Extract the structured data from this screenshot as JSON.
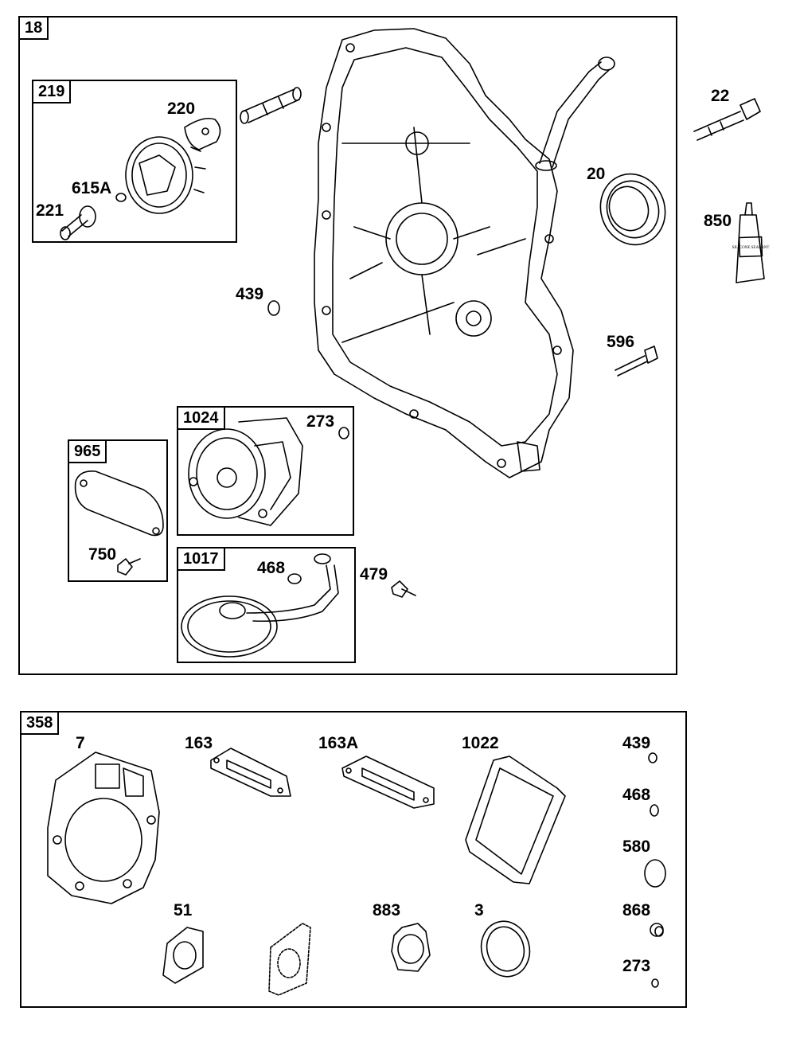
{
  "top_group": {
    "number": "18",
    "sub_219": {
      "number": "219",
      "labels": [
        "220",
        "615A",
        "221"
      ]
    },
    "sub_1024": {
      "number": "1024",
      "labels": [
        "273"
      ]
    },
    "sub_965": {
      "number": "965",
      "labels": [
        "750"
      ]
    },
    "sub_1017": {
      "number": "1017",
      "labels": [
        "468"
      ]
    },
    "labels": [
      "439",
      "20",
      "596",
      "479"
    ]
  },
  "outside_labels": [
    "22",
    "850"
  ],
  "sealant_tube_text": "SILICONE SEALANT",
  "gasket_set": {
    "number": "358",
    "labels": [
      "7",
      "163",
      "163A",
      "1022",
      "439",
      "468",
      "580",
      "51",
      "883",
      "3",
      "868",
      "273"
    ]
  }
}
